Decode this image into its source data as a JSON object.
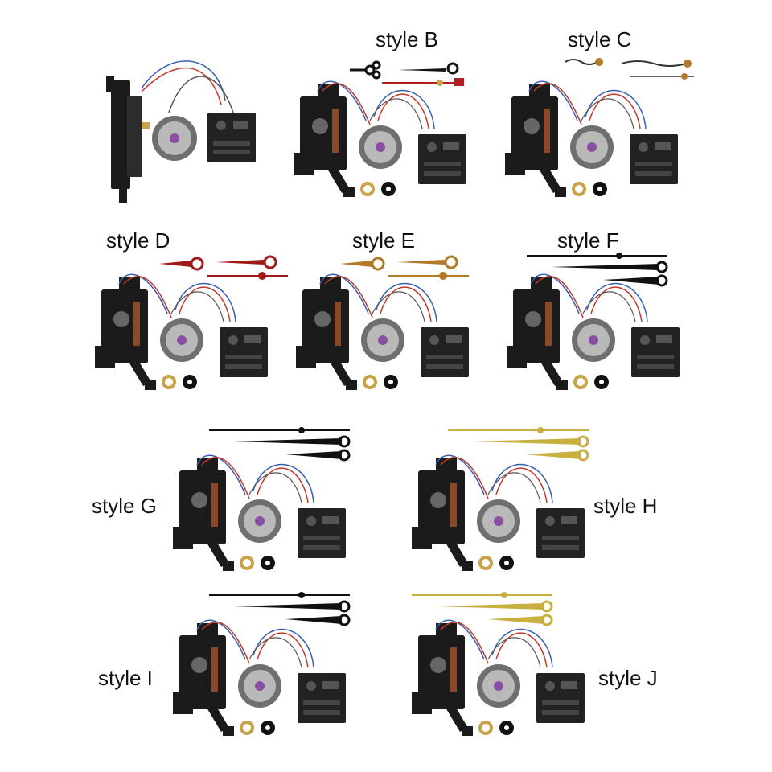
{
  "colors": {
    "movement": "#1b1b1b",
    "movement_mid": "#2c2c2c",
    "pendulum_rod": "#8a4a2a",
    "speaker_rim": "#6f6f6f",
    "speaker_cone": "#b9b9b9",
    "speaker_center": "#8a4fa0",
    "wire_blue": "#3b5fb0",
    "wire_red": "#c0392b",
    "wire_grey": "#555555",
    "module": "#222222",
    "washer_brass": "#c9a24a",
    "washer_black": "#111111"
  },
  "hand_colors": {
    "none": "",
    "black": "#111111",
    "red": "#a01818",
    "brass": "#b07a26",
    "gold": "#c8b040"
  },
  "kits": [
    {
      "id": "A",
      "label": "",
      "hands_style": "none",
      "hand_color": "none",
      "layout": "side"
    },
    {
      "id": "B",
      "label": "style B",
      "hands_style": "ornate",
      "hand_color": "black",
      "layout": "front"
    },
    {
      "id": "C",
      "label": "style C",
      "hands_style": "serpentine",
      "hand_color": "brass",
      "layout": "front"
    },
    {
      "id": "D",
      "label": "style D",
      "hands_style": "ring",
      "hand_color": "red",
      "layout": "front"
    },
    {
      "id": "E",
      "label": "style E",
      "hands_style": "ring",
      "hand_color": "brass",
      "layout": "front"
    },
    {
      "id": "F",
      "label": "style F",
      "hands_style": "baton",
      "hand_color": "black",
      "layout": "front"
    },
    {
      "id": "G",
      "label": "style G",
      "hands_style": "baton",
      "hand_color": "black",
      "layout": "front"
    },
    {
      "id": "H",
      "label": "style H",
      "hands_style": "baton",
      "hand_color": "gold",
      "layout": "front"
    },
    {
      "id": "I",
      "label": "style I",
      "hands_style": "baton",
      "hand_color": "black",
      "layout": "front"
    },
    {
      "id": "J",
      "label": "style J",
      "hands_style": "baton",
      "hand_color": "gold",
      "layout": "front"
    }
  ]
}
